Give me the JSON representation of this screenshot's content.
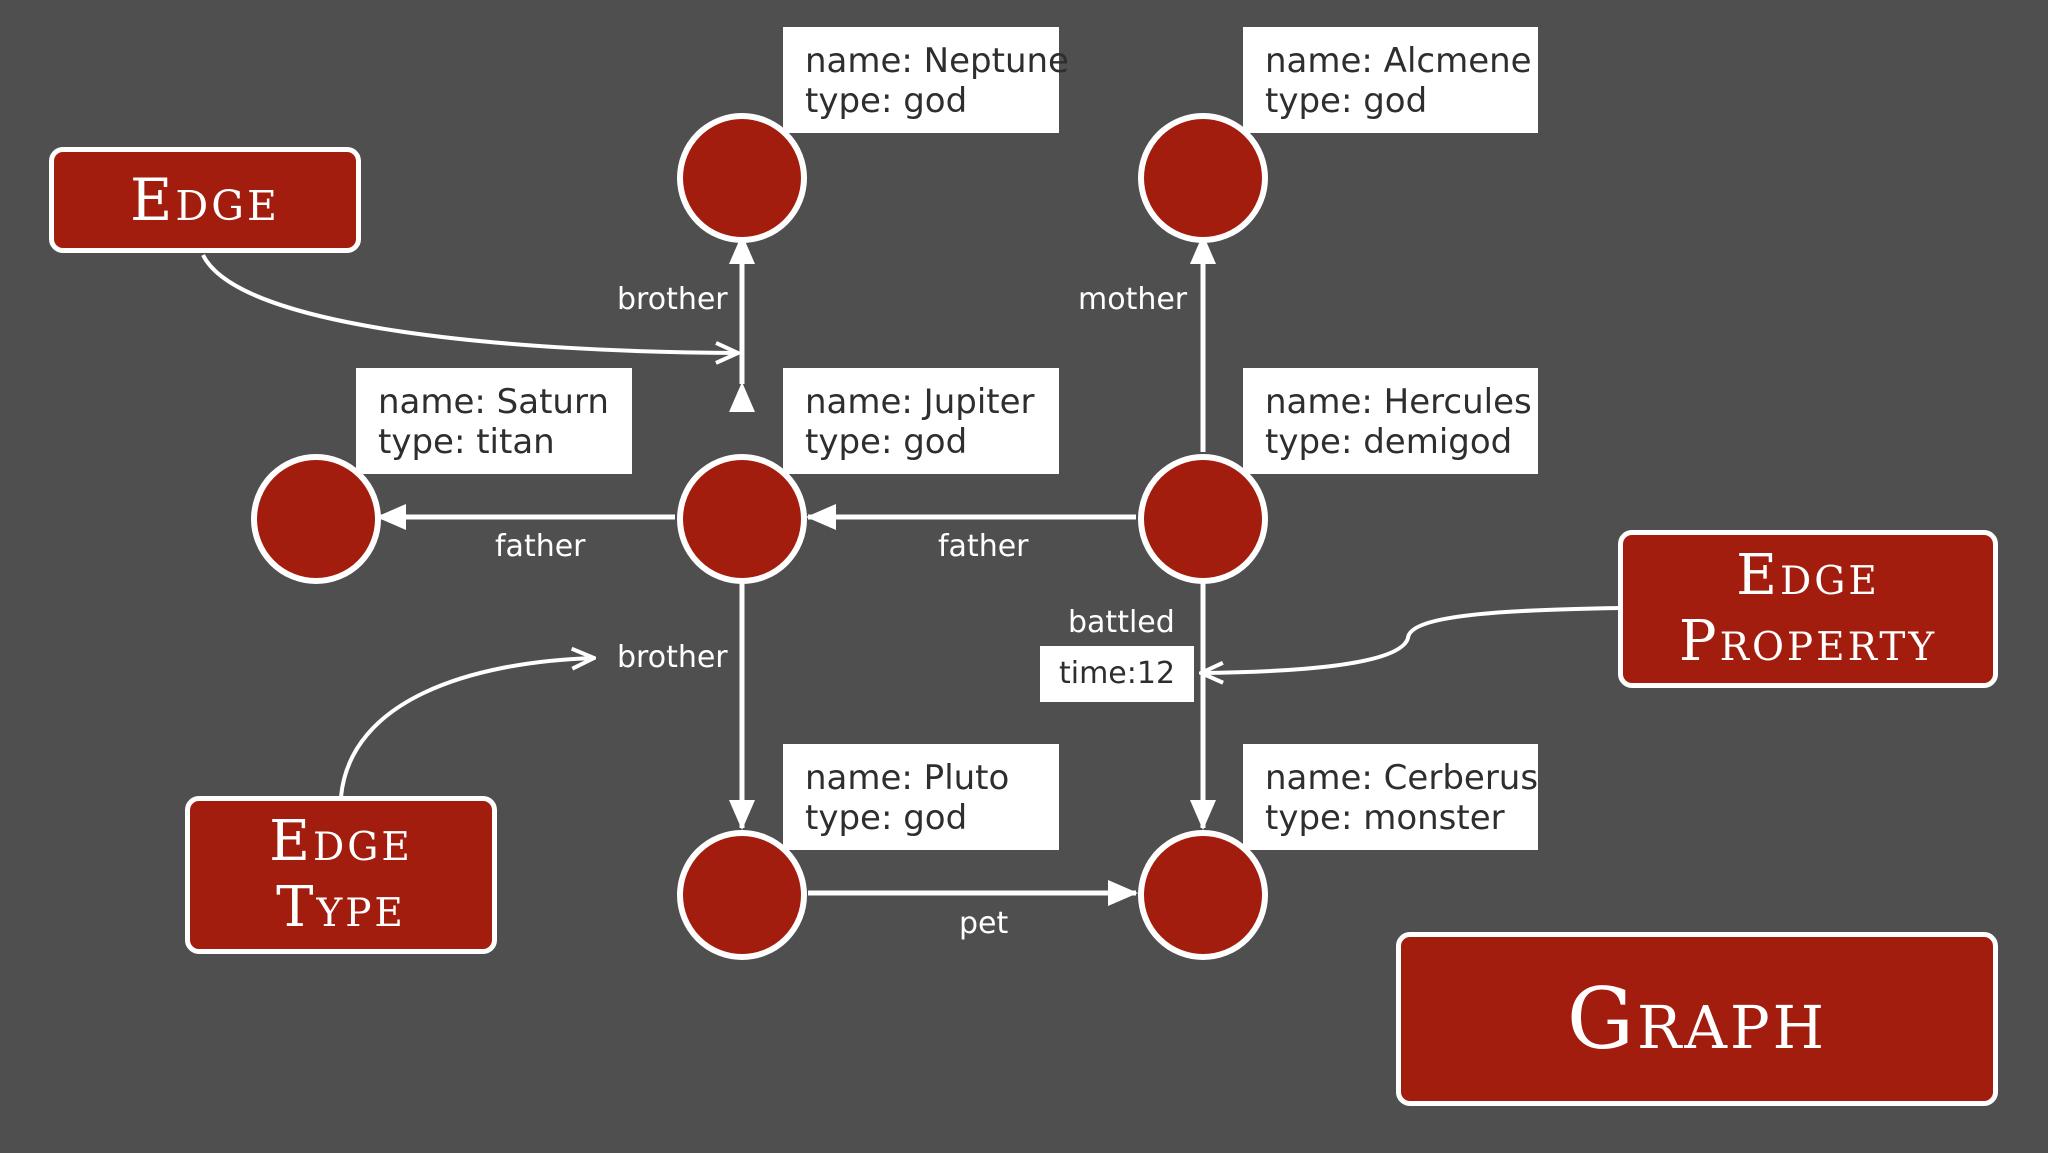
{
  "colors": {
    "background": "#4f4f50",
    "node_fill": "#a31d0e",
    "line": "#ffffff",
    "box_fill": "#ffffff",
    "box_text": "#2e2e2e"
  },
  "nodes": {
    "neptune": {
      "props": [
        "name: Neptune",
        "type: god"
      ]
    },
    "alcmene": {
      "props": [
        "name: Alcmene",
        "type: god"
      ]
    },
    "saturn": {
      "props": [
        "name: Saturn",
        "type: titan"
      ]
    },
    "jupiter": {
      "props": [
        "name: Jupiter",
        "type: god"
      ]
    },
    "hercules": {
      "props": [
        "name: Hercules",
        "type: demigod"
      ]
    },
    "pluto": {
      "props": [
        "name: Pluto",
        "type: god"
      ]
    },
    "cerberus": {
      "props": [
        "name: Cerberus",
        "type: monster"
      ]
    }
  },
  "edges": {
    "jupiter_neptune": "brother",
    "hercules_alcmene": "mother",
    "jupiter_saturn": "father",
    "hercules_jupiter": "father",
    "jupiter_pluto": "brother",
    "hercules_cerberus": "battled",
    "pluto_cerberus": "pet"
  },
  "edge_property": "time:12",
  "callouts": {
    "edge": [
      "Edge"
    ],
    "edge_property": [
      "Edge",
      "Property"
    ],
    "edge_type": [
      "Edge",
      "Type"
    ],
    "graph": [
      "Graph"
    ]
  }
}
